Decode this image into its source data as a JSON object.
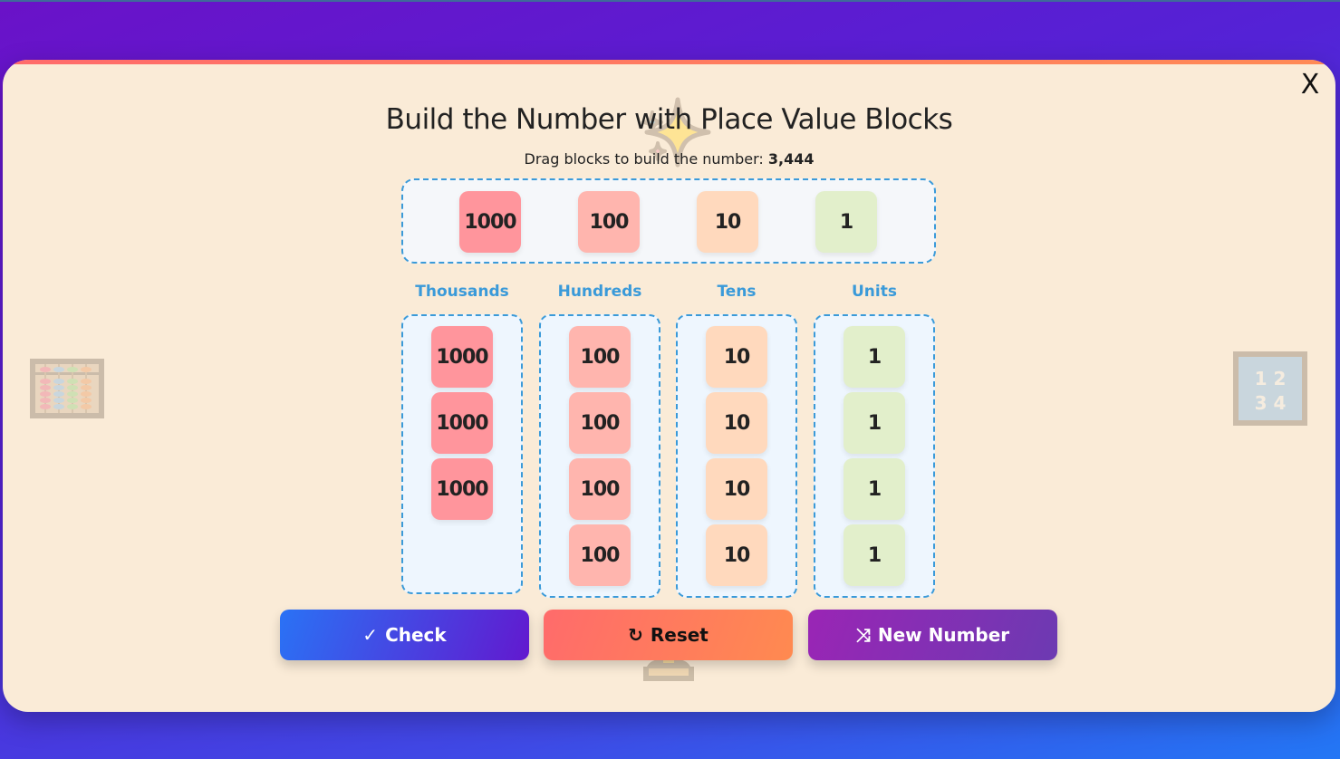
{
  "modal": {
    "title": "Build the Number with Place Value Blocks",
    "subtitle_prefix": "Drag blocks to build the number: ",
    "target_number": "3,444",
    "close_label": "X"
  },
  "source_blocks": [
    {
      "value": "1000",
      "color": "#ff959c"
    },
    {
      "value": "100",
      "color": "#ffb5ae"
    },
    {
      "value": "10",
      "color": "#ffd9bd"
    },
    {
      "value": "1",
      "color": "#e2efcb"
    }
  ],
  "columns": [
    {
      "label": "Thousands",
      "blocks": [
        "1000",
        "1000",
        "1000"
      ]
    },
    {
      "label": "Hundreds",
      "blocks": [
        "100",
        "100",
        "100",
        "100"
      ]
    },
    {
      "label": "Tens",
      "blocks": [
        "10",
        "10",
        "10",
        "10"
      ]
    },
    {
      "label": "Units",
      "blocks": [
        "1",
        "1",
        "1",
        "1"
      ]
    }
  ],
  "buttons": {
    "check": {
      "icon": "✓",
      "label": "Check"
    },
    "reset": {
      "icon": "↻",
      "label": "Reset"
    },
    "new_number": {
      "icon": "⤨",
      "label": "New Number"
    }
  },
  "decorations": {
    "numcard_digits": [
      "1",
      "2",
      "3",
      "4"
    ]
  },
  "colors": {
    "accent": "#3a9ad9",
    "modal_bg": "#faebd7",
    "check_gradient": [
      "#2a72f5",
      "#6219cf"
    ],
    "reset_gradient": [
      "#ff6b6b",
      "#ff8a50"
    ],
    "new_gradient": [
      "#9a25b5",
      "#6c3ab2"
    ]
  }
}
